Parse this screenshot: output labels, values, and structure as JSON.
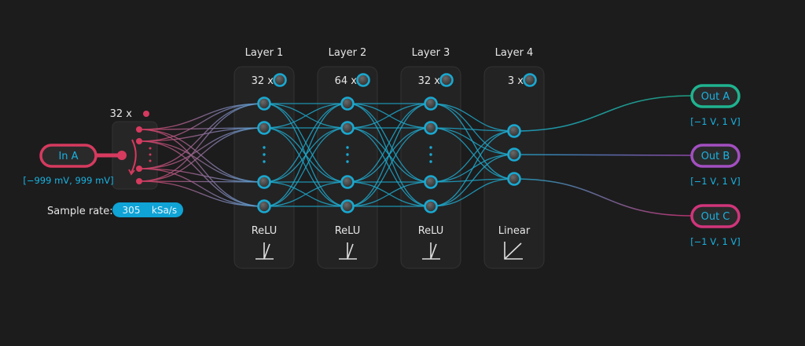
{
  "input": {
    "label": "In A",
    "range": "[−999 mV, 999 mV]",
    "channels": "32 x",
    "color": "#d63a5e"
  },
  "sample_rate": {
    "label": "Sample rate:",
    "value": "305",
    "unit": "kSa/s"
  },
  "layers": [
    {
      "title": "Layer 1",
      "count": "32 x",
      "activation": "ReLU",
      "icon": "relu-icon"
    },
    {
      "title": "Layer 2",
      "count": "64 x",
      "activation": "ReLU",
      "icon": "relu-icon"
    },
    {
      "title": "Layer 3",
      "count": "32 x",
      "activation": "ReLU",
      "icon": "relu-icon"
    },
    {
      "title": "Layer 4",
      "count": "3 x",
      "activation": "Linear",
      "icon": "linear-icon"
    }
  ],
  "outputs": [
    {
      "label": "Out A",
      "range": "[−1 V, 1 V]",
      "color": "#1fb38f"
    },
    {
      "label": "Out B",
      "range": "[−1 V, 1 V]",
      "color": "#a24fc0"
    },
    {
      "label": "Out C",
      "range": "[−1 V, 1 V]",
      "color": "#d0357a"
    }
  ],
  "colors": {
    "node_ring": "#19a9d1",
    "edge": "#1ea7c9"
  }
}
